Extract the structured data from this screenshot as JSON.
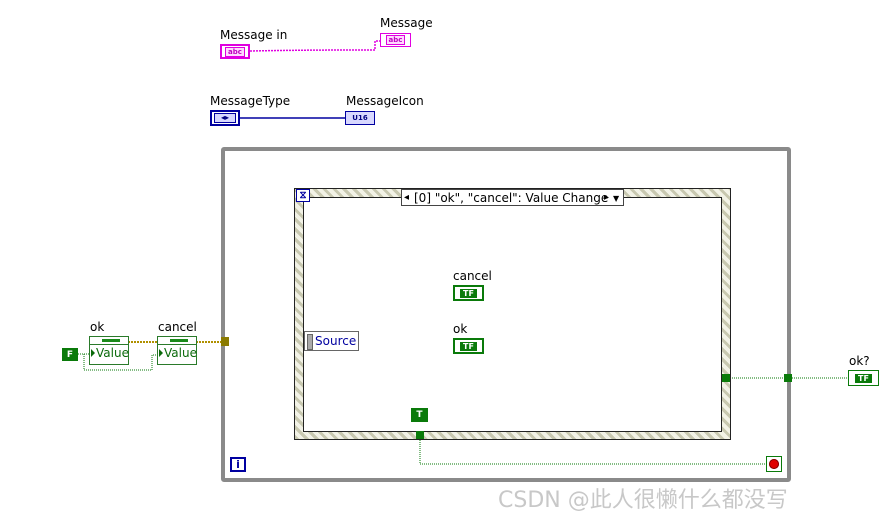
{
  "labels": {
    "message_in": "Message in",
    "message": "Message",
    "message_type": "MessageType",
    "message_icon": "MessageIcon",
    "ok_ctl": "ok",
    "cancel_ctl": "cancel",
    "cancel_term": "cancel",
    "ok_term": "ok",
    "ok_out": "ok?"
  },
  "terminals": {
    "string_glyph": "abc",
    "enum_glyph": "◂▸",
    "u16_glyph": "U16",
    "bool_glyph": "TF",
    "false_const": "F",
    "true_const": "T",
    "value_row": "Value",
    "source_node": "Source",
    "iteration": "i",
    "timeout": "⧖"
  },
  "event_case": {
    "header": "[0] \"ok\", \"cancel\": Value Change",
    "prev_arrow": "◂",
    "next_arrow": "▸",
    "dropdown": "▼"
  },
  "watermark": "CSDN @此人很懒什么都没写",
  "colors": {
    "string": "#e000e0",
    "enum": "#0000a0",
    "boolean": "#0a7a0a",
    "loop_frame": "#808080",
    "stop": "#e00000"
  }
}
